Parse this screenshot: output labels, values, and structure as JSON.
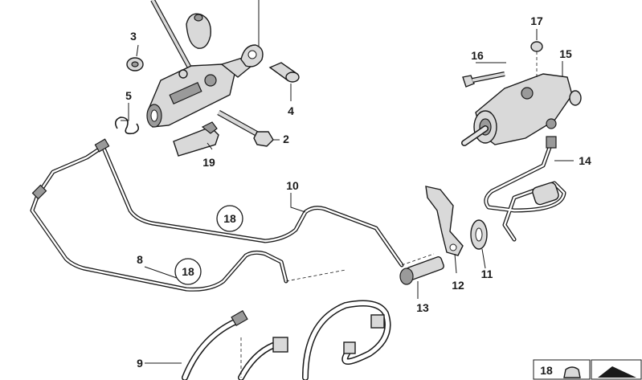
{
  "callouts": {
    "c2": "2",
    "c3": "3",
    "c4": "4",
    "c5": "5",
    "c8": "8",
    "c9": "9",
    "c10": "10",
    "c11": "11",
    "c12": "12",
    "c13": "13",
    "c14": "14",
    "c15": "15",
    "c16": "16",
    "c17": "17",
    "c18a": "18",
    "c18b": "18",
    "c18c": "18",
    "c19": "19"
  }
}
